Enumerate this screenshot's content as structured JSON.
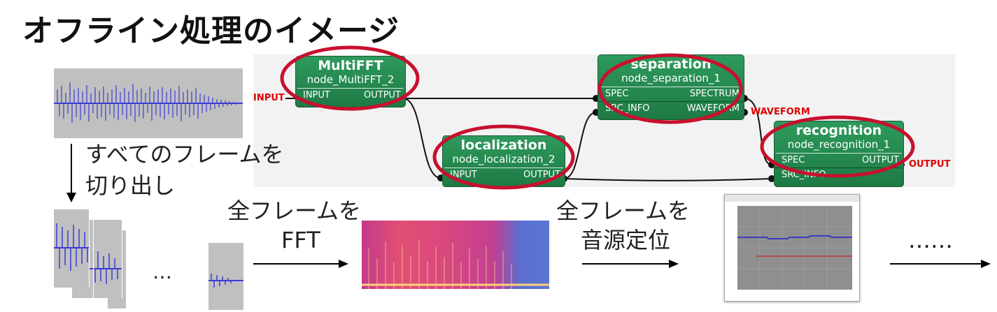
{
  "title": "オフライン処理のイメージ",
  "network": {
    "input_label": "INPUT",
    "waveform_label": "WAVEFORM",
    "output_label": "OUTPUT",
    "nodes": {
      "multifft": {
        "name": "MultiFFT",
        "id": "node_MultiFFT_2",
        "ports": {
          "in": "INPUT",
          "out": "OUTPUT"
        }
      },
      "localization": {
        "name": "localization",
        "id": "node_localization_2",
        "ports": {
          "in": "INPUT",
          "out": "OUTPUT"
        }
      },
      "separation": {
        "name": "separation",
        "id": "node_separation_1",
        "ports": {
          "in1": "SPEC",
          "in2": "SRC_INFO",
          "out1": "SPECTRUM",
          "out2": "WAVEFORM"
        }
      },
      "recognition": {
        "name": "recognition",
        "id": "node_recognition_1",
        "ports": {
          "in1": "SPEC",
          "in2": "SRC_INFO",
          "out": "OUTPUT"
        }
      }
    },
    "highlight_color": "#c8102e"
  },
  "steps": {
    "cut_text_line1": "すべてのフレームを",
    "cut_text_line2": "切り出し",
    "ellipsis": "…",
    "fft_line1": "全フレームを",
    "fft_line2": "FFT",
    "loc_line1": "全フレームを",
    "loc_line2": "音源定位",
    "more": "……"
  },
  "colors": {
    "node_green": "#1e8a4c",
    "wave_blue": "#3333cc",
    "arrow": "#000000"
  }
}
